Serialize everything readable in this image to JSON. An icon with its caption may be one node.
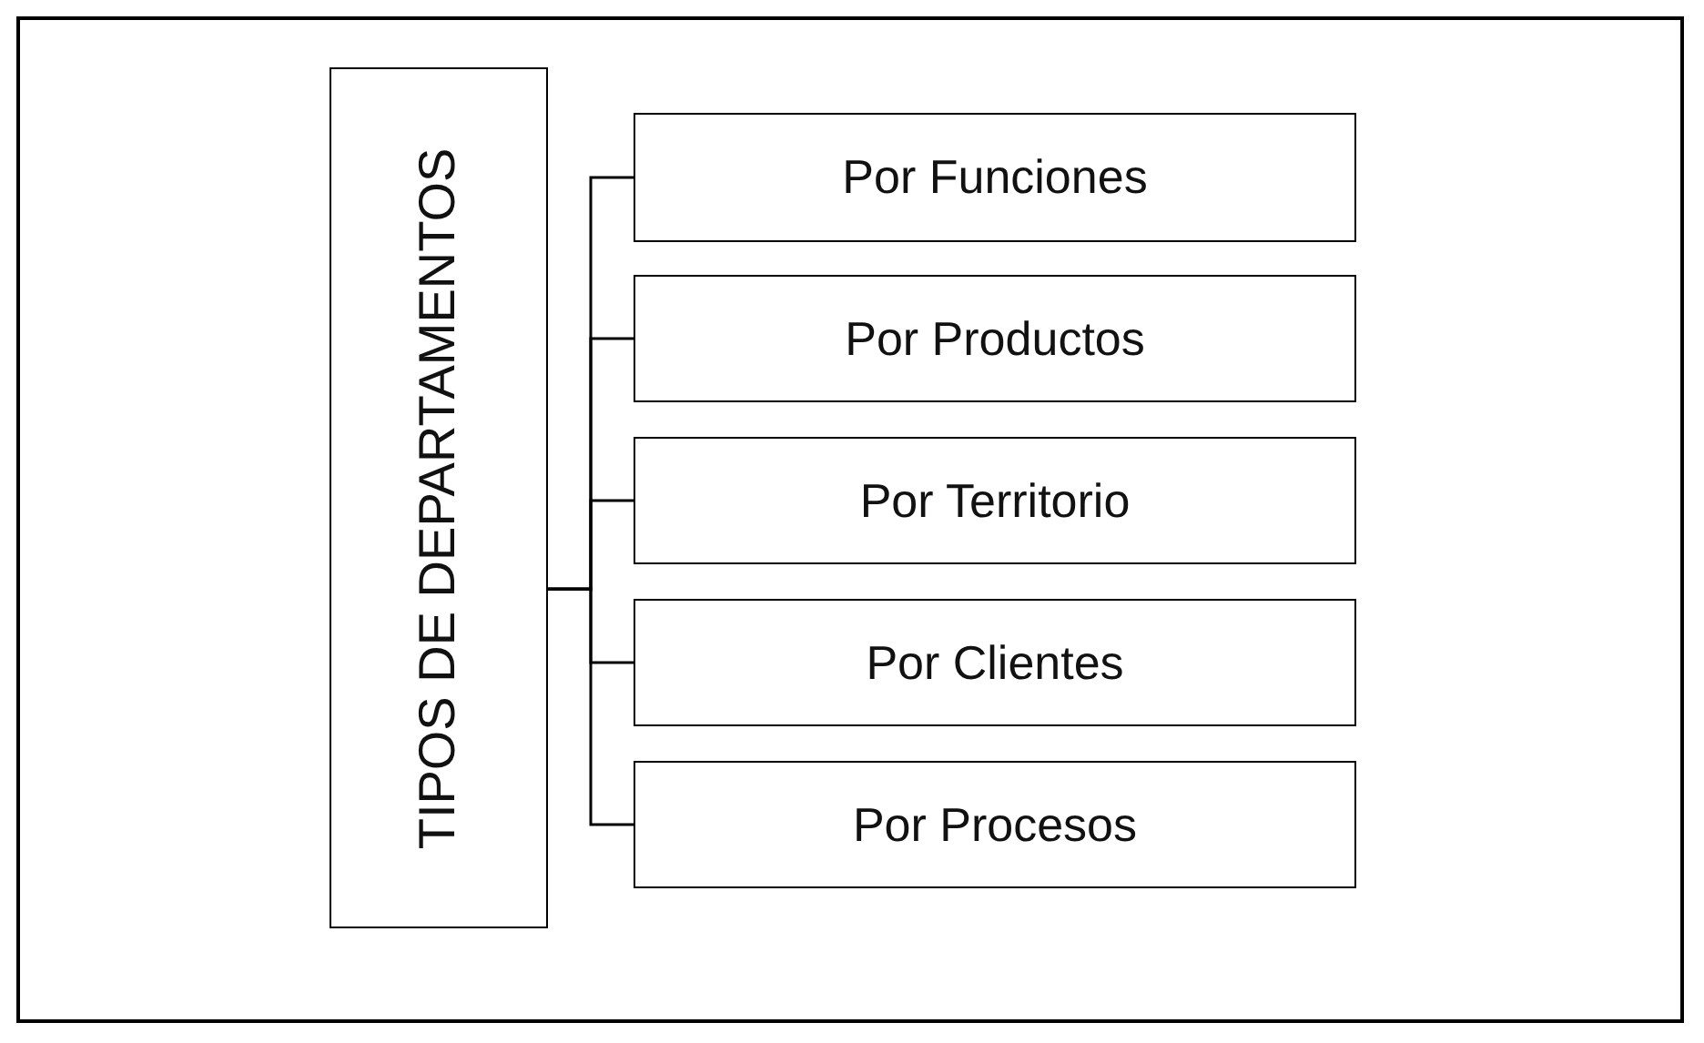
{
  "diagram": {
    "nodes": [
      {
        "text": [
          "TIPOS DE DEPARTAMENTOS"
        ]
      },
      {
        "text": [
          "Por Funciones"
        ]
      },
      {
        "text": [
          "Por Productos"
        ]
      },
      {
        "text": [
          "Por Territorio"
        ]
      },
      {
        "text": [
          "Por Clientes"
        ]
      },
      {
        "text": [
          "Por Procesos"
        ]
      }
    ],
    "edges": [
      {
        "from": 0,
        "to": 1,
        "arrow": "none"
      },
      {
        "from": 0,
        "to": 2,
        "arrow": "none"
      },
      {
        "from": 0,
        "to": 3,
        "arrow": "none"
      },
      {
        "from": 0,
        "to": 4,
        "arrow": "none"
      },
      {
        "from": 0,
        "to": 5,
        "arrow": "none"
      }
    ]
  }
}
